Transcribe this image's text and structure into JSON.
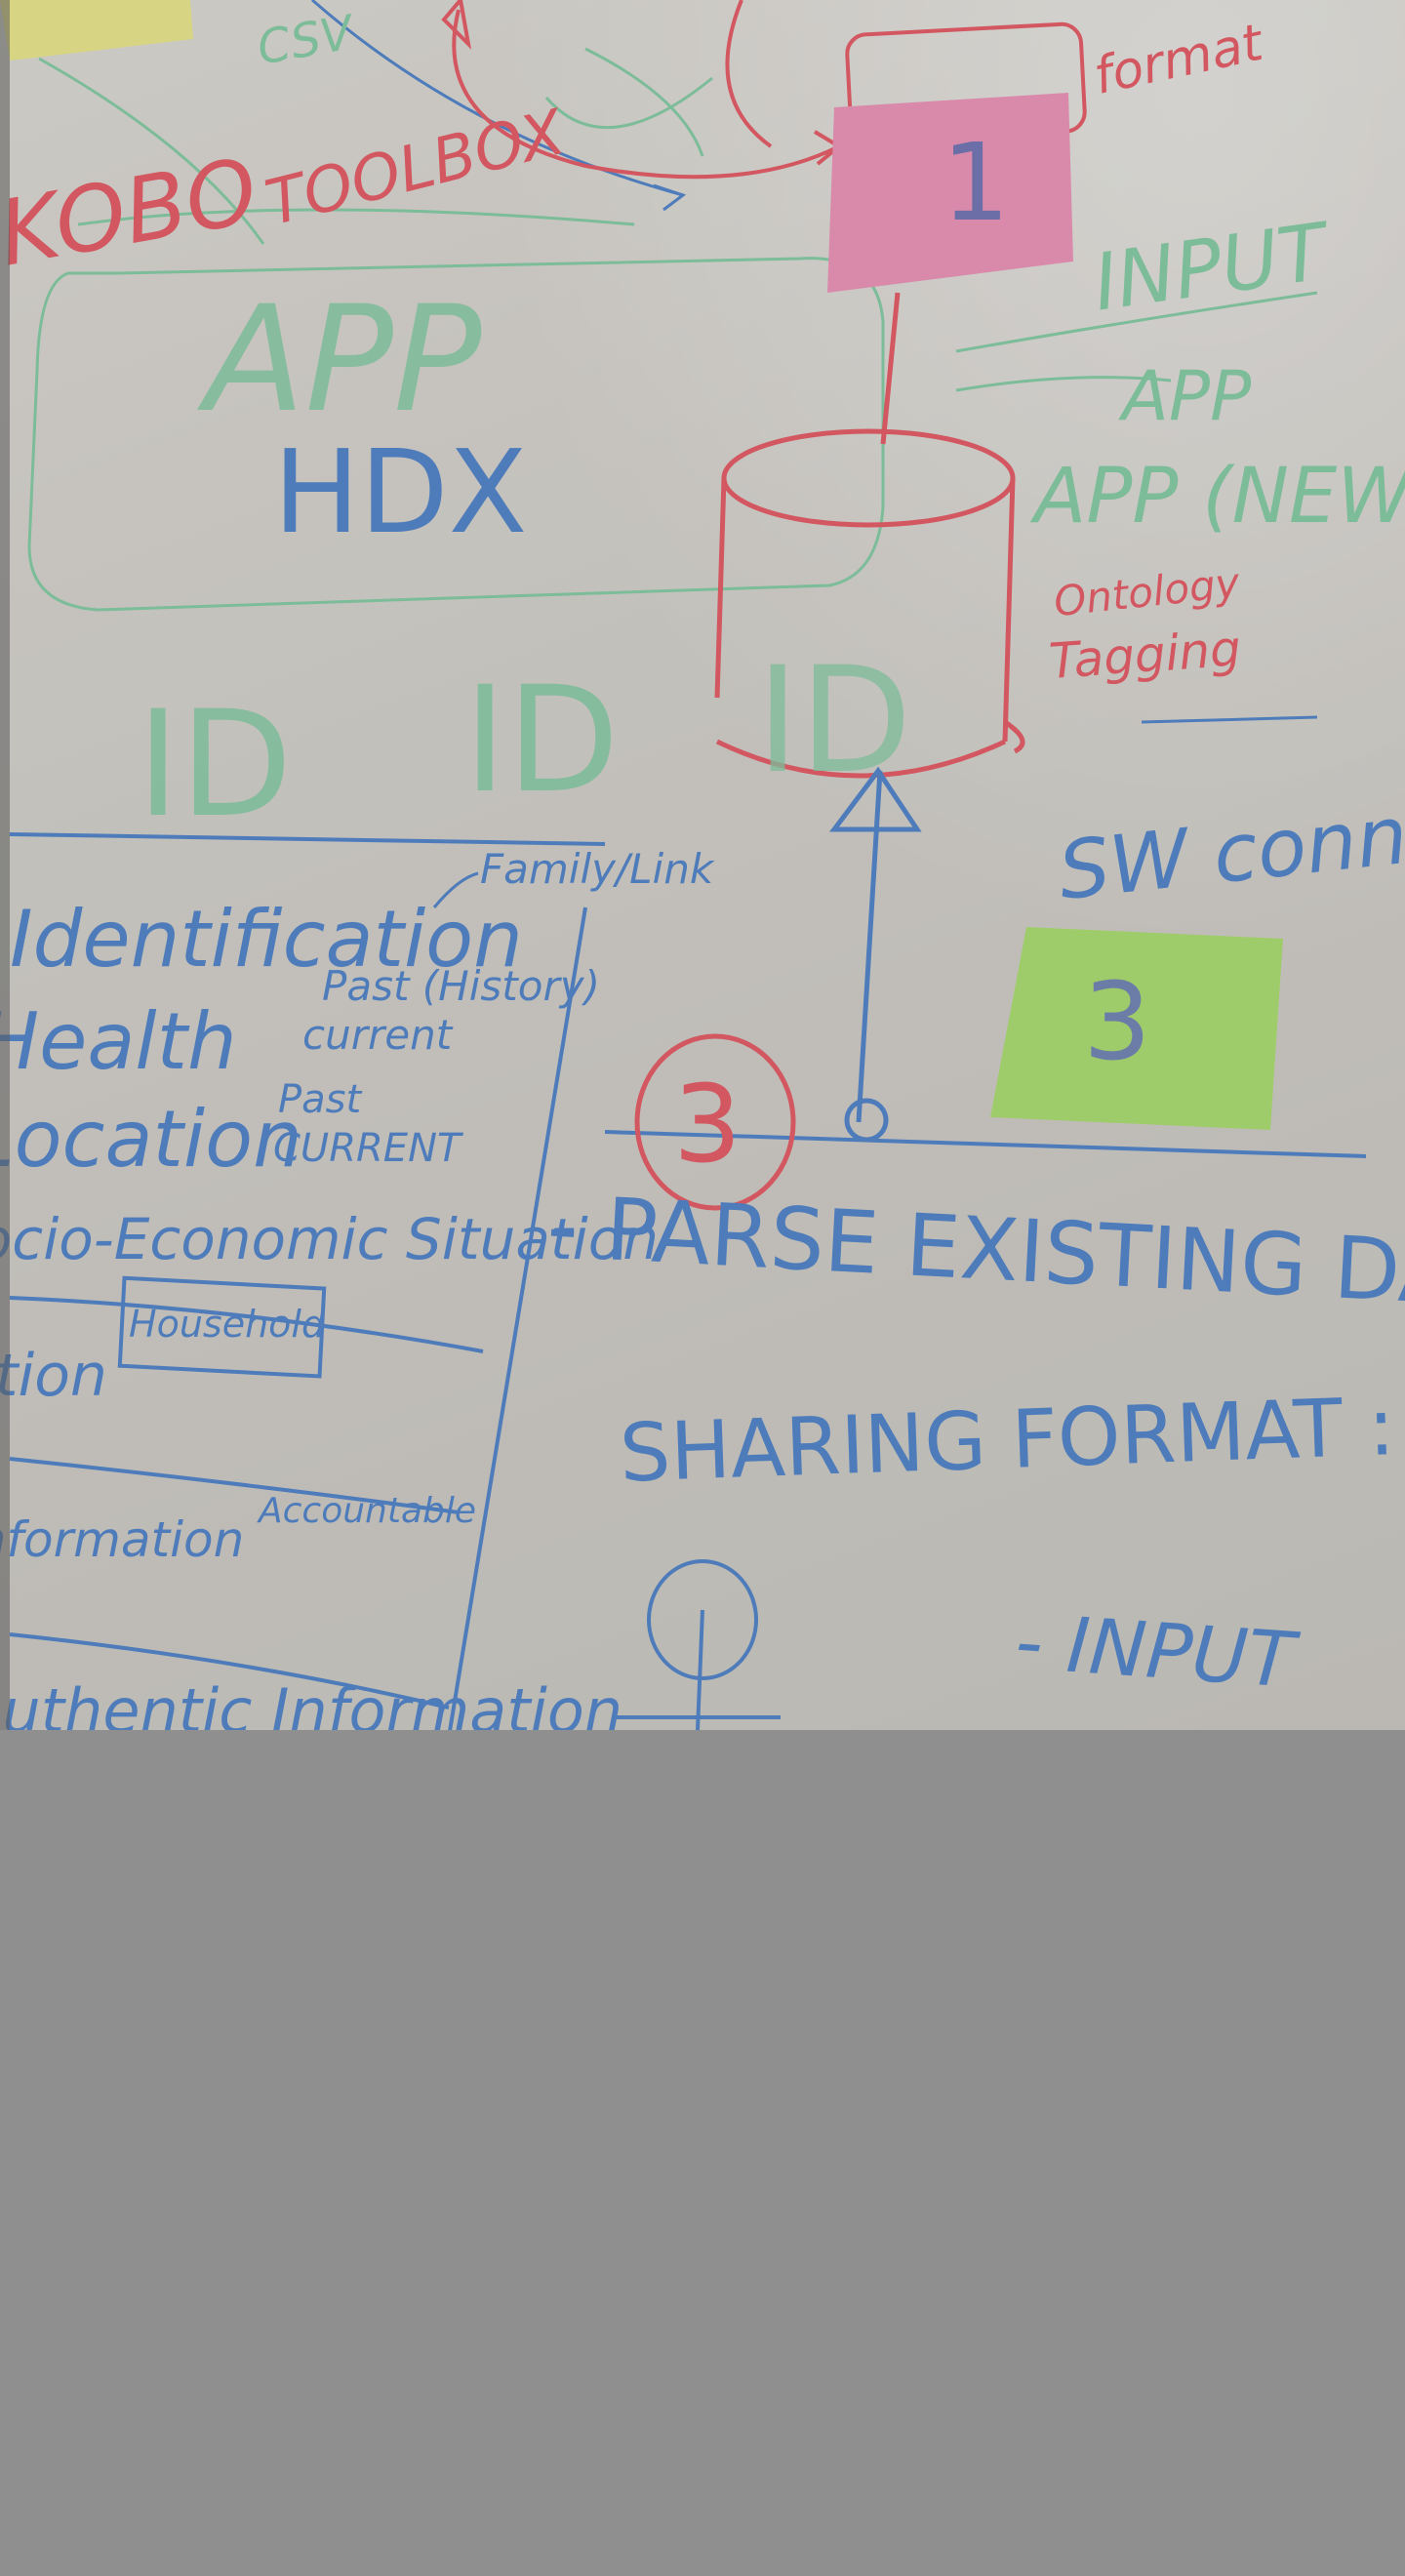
{
  "photo": {
    "subject": "whiteboard-photo",
    "colors": {
      "board": "#d6d3cd",
      "blue_marker": "#4a7fc6",
      "red_marker": "#e2555f",
      "green_marker": "#7fc8a0",
      "sticky_pink": "#e98fb4",
      "sticky_green": "#a7da6c",
      "sticky_yellow": "#e6e487",
      "letterbox": "#8f8f8f"
    },
    "text": {
      "kobo": "KOBO",
      "toolbox": "TOOLBOX",
      "csv_top": "CSV",
      "input": "INPUT",
      "app": "APP",
      "app_new": "APP (NEW)",
      "hdx": "HDX",
      "ontology": "Ontology",
      "tagging": "Tagging",
      "sticky_1": "1",
      "sticky_3": "3",
      "circled_3": "3",
      "sw_connector": "SW connector",
      "family_link": "Family/Link",
      "identification": "Identification",
      "health": "Health",
      "past_history": "Past (History)",
      "current": "current",
      "location": "Location",
      "past": "Past",
      "current_caps": "CURRENT",
      "socio_economic": "Socio-Economic Situation",
      "household": "Household",
      "tion": "tion",
      "information": "Information",
      "accountable": "Accountable",
      "authentic_information": "Authentic Information",
      "parse": "- PARSE EXISTING DATA",
      "sharing": "SHARING FORMAT : CSV",
      "input_dash": "- INPUT",
      "id_letters": [
        "ID",
        "ID",
        "ID"
      ],
      "format_top": "format"
    }
  }
}
